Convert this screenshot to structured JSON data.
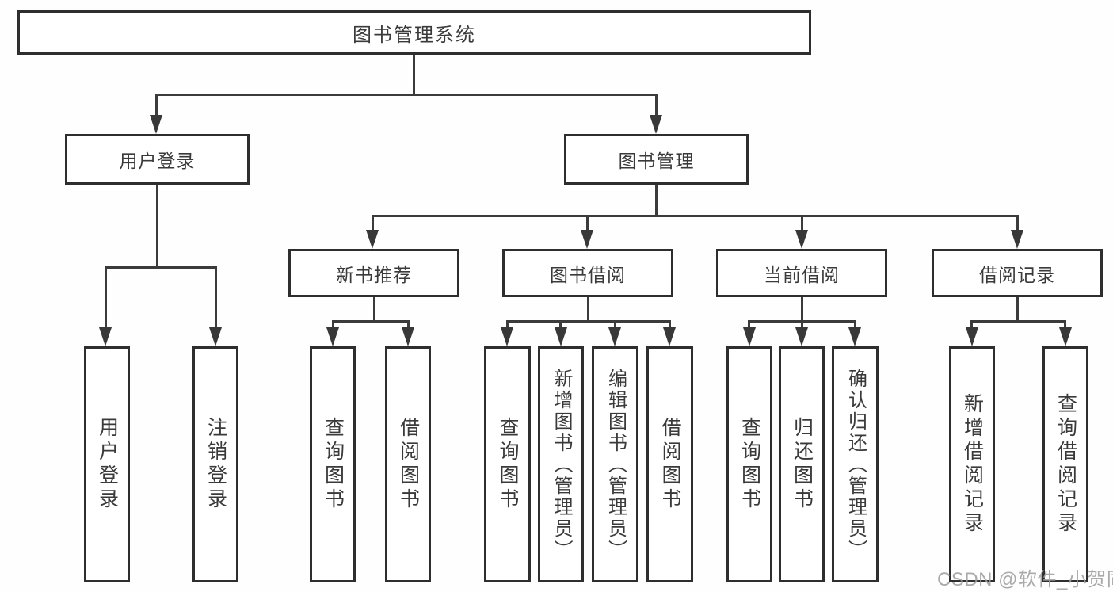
{
  "tree": {
    "root": "图书管理系统",
    "branches": [
      {
        "label": "用户登录",
        "leaves": [
          "用户登录",
          "注销登录"
        ]
      },
      {
        "label": "图书管理",
        "groups": [
          {
            "label": "新书推荐",
            "leaves": [
              "查询图书",
              "借阅图书"
            ]
          },
          {
            "label": "图书借阅",
            "leaves": [
              "查询图书",
              "新增图书（管理员）",
              "编辑图书（管理员）",
              "借阅图书"
            ]
          },
          {
            "label": "当前借阅",
            "leaves": [
              "查询图书",
              "归还图书",
              "确认归还（管理员）"
            ]
          },
          {
            "label": "借阅记录",
            "leaves": [
              "新增借阅记录",
              "查询借阅记录"
            ]
          }
        ]
      }
    ]
  },
  "watermark": {
    "text": "CSDN @软件_小贺同学"
  },
  "colors": {
    "background": "#ffffff",
    "box_border": "#2e2e2e",
    "line": "#3b3b3b",
    "text": "#3a3a3a",
    "watermark": "#9e9e9e"
  }
}
